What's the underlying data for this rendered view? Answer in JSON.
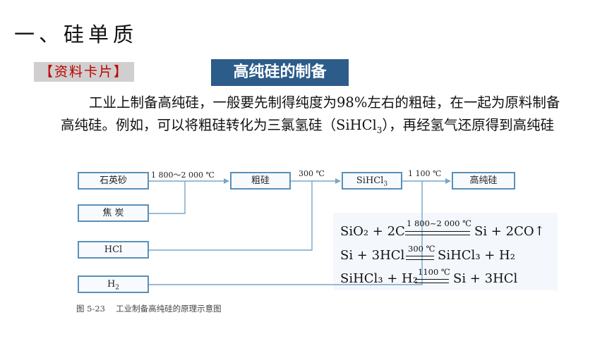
{
  "heading": "一、硅单质",
  "tag": "【资料卡片】",
  "banner": "高纯硅的制备",
  "paragraph": {
    "part1": "工业上制备高纯硅，一般要先制得纯度为",
    "purity": "98%",
    "part2": "左右的粗硅，在一起为原料制备高纯硅。例如，可以将粗硅转化为三氯氢硅（",
    "formula": "SiHCl",
    "formula_sub": "3",
    "part3": "），再经氢气还原得到高纯硅"
  },
  "diagram": {
    "boxes": {
      "quartz": "石英砂",
      "coke": "焦 炭",
      "hcl": "HCl",
      "h2_main": "H",
      "h2_sub": "2",
      "crude": "粗硅",
      "sihcl3_main": "SiHCl",
      "sihcl3_sub": "3",
      "pure": "高纯硅"
    },
    "arrows": {
      "a1": "1 800～2 000 ℃",
      "a2": "300 ℃",
      "a3": "1 100 ℃"
    },
    "equations": {
      "eq1_left": "SiO₂ + 2C",
      "eq1_cond": "1 800~2 000 ℃",
      "eq1_right": "Si + 2CO↑",
      "eq2_left": "Si + 3HCl",
      "eq2_cond": "300 ℃",
      "eq2_right": "SiHCl₃ + H₂",
      "eq3_left": "SiHCl₃ + H₂",
      "eq3_cond": "1100 ℃",
      "eq3_right": "Si + 3HCl"
    },
    "caption": "图 5-23　 工业制备高纯硅的原理示意图"
  }
}
